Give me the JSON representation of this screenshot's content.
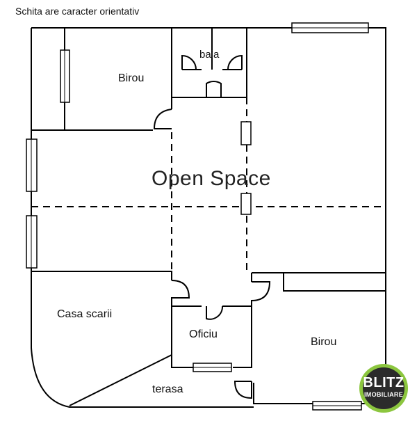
{
  "note": "Schita are caracter orientativ",
  "rooms": {
    "birou_top": "Birou",
    "baia": "baia",
    "open_space": "Open Space",
    "casa_scarii": "Casa scarii",
    "oficiu": "Oficiu",
    "birou_bottom": "Birou",
    "terasa": "terasa"
  },
  "logo": {
    "line1": "BLITZ",
    "line2": "IMOBILIARE",
    "ring_color": "#8cc63f",
    "fill_color": "#2b2b2b"
  },
  "colors": {
    "wall": "#000000",
    "background": "#ffffff"
  }
}
